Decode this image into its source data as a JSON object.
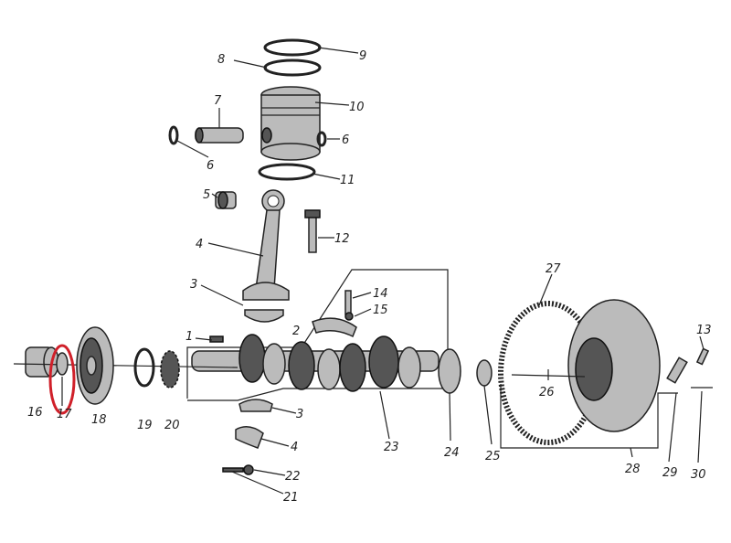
{
  "diagram": {
    "labels": [
      "9",
      "8",
      "10",
      "7",
      "6",
      "6",
      "11",
      "5",
      "12",
      "4",
      "3",
      "14",
      "15",
      "2",
      "1",
      "16",
      "17",
      "18",
      "19",
      "20",
      "3",
      "4",
      "22",
      "21",
      "23",
      "24",
      "25",
      "27",
      "26",
      "28",
      "29",
      "13",
      "30"
    ],
    "highlight_color": "#d0202a",
    "highlighted_part": "17"
  }
}
